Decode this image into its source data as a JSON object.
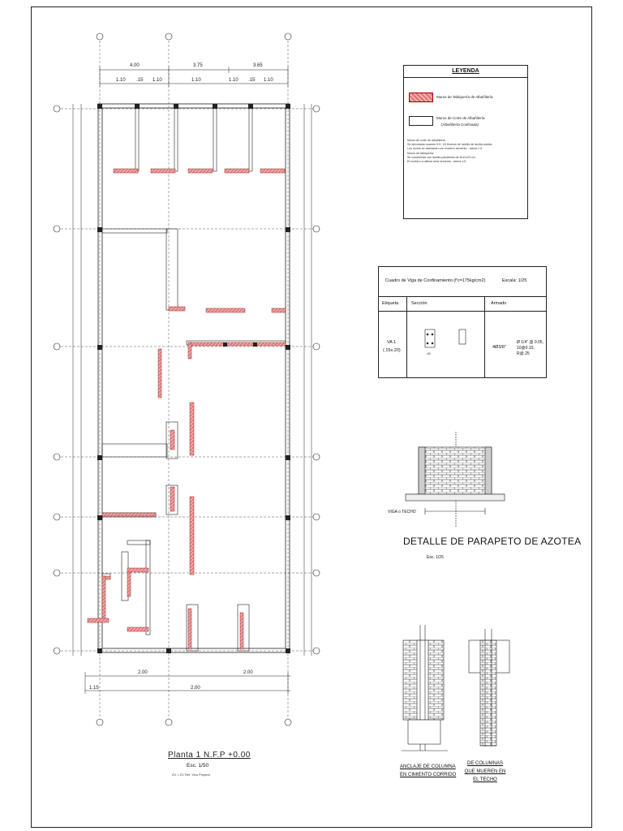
{
  "plan": {
    "title": "Planta 1 N.F.P +0.00",
    "scale": "Esc. 1/50",
    "note": "ZV = ZV Ref. Vivo Proyect"
  },
  "legend": {
    "title": "LEYENDA",
    "item1": "Muros de Tabiquería de Albañilería",
    "item2_line1": "Muros de Corte de Albañilería",
    "item2_line2": "(Albañilería Confinada)",
    "notes": [
      "Muros de corte de albañilería:",
      "Se ejecutarán usando K.K. 18 Huecos de ladrillo de arcilla cocida.",
      "Los muros se asentarán con mortero cemento - arena 1:4.",
      "Muros de tabiquería:",
      "Se construirán con ladrillo pandereta de 9x11x23 cm.",
      "El mortero a utilizar será cemento - arena 1:5."
    ]
  },
  "beam_table": {
    "title": "Cuadro de Viga de Confinamiento (f'c=175kg/cm2)",
    "scale": "Escala: 1/25",
    "col_label": "Etiqueta",
    "col_section": "Sección",
    "col_steel": "Armado",
    "label_value": "VA 1",
    "label_dims": "(.15x.20)",
    "section_dim": ".15",
    "steel_bars": "4Ø3/8\"",
    "stirrups": "Ø 1/4\" @ 0.05, 10@0.10, R@.25"
  },
  "detail": {
    "title": "DETALLE DE PARAPETO DE AZOTEA",
    "scale": "Esc. 1/25",
    "label_left": "VIGA o TECHO"
  },
  "bottom_left": {
    "line1": "ANCLAJE DE COLUMNA",
    "line2": "EN CIMIENTO CORRIDO"
  },
  "bottom_right": {
    "line1": "DE COLUMNAS",
    "line2": "QUE MUEREN EN",
    "line3": "EL TECHO"
  },
  "dims": {
    "top_overall": [
      "4.00",
      "3.75",
      "3.65"
    ],
    "top_partial": [
      "1.10",
      ".15",
      "1.10",
      "1.10",
      "1.10",
      ".15",
      "1.10"
    ],
    "bottom_overall": [
      "1.15",
      "2.00",
      "2.00",
      "2.00"
    ]
  },
  "colors": {
    "line": "#222222",
    "wall_red": "#d95f5f",
    "wall_red_light": "#f3a9a9",
    "grid_blue": "#3355aa"
  }
}
